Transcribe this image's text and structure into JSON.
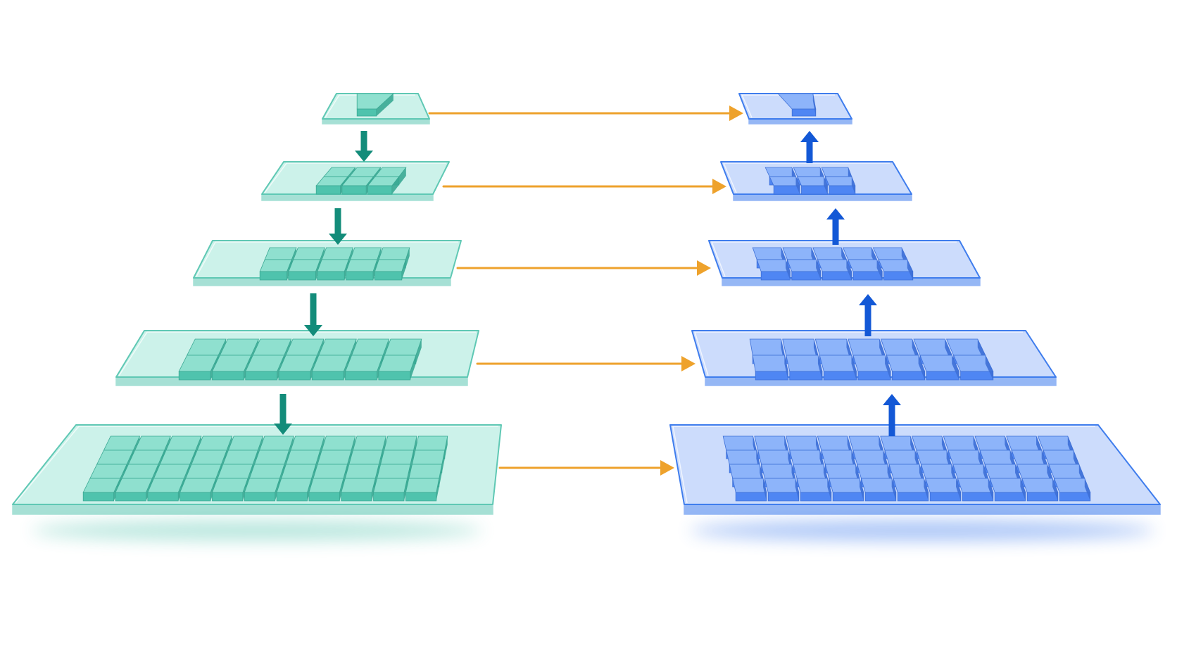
{
  "colors": {
    "background": "#ffffff",
    "encoder_plate_fill": "#c3f0e6",
    "encoder_plate_edge": "#5fc8b4",
    "encoder_cell_top": "#8fe0cf",
    "encoder_cell_front": "#4fc3ad",
    "encoder_cell_side": "#3aa893",
    "encoder_arrow": "#138c7a",
    "decoder_plate_fill": "#c3d6fb",
    "decoder_plate_edge": "#3f7ded",
    "decoder_cell_top": "#8db4fa",
    "decoder_cell_front": "#4f86f3",
    "decoder_cell_side": "#3d6fd6",
    "decoder_arrow": "#1358d6",
    "lateral_arrow": "#eea22c"
  },
  "icons": {
    "down_arrow": "arrow-down-icon",
    "up_arrow": "arrow-up-icon",
    "lateral_arrow": "arrow-right-icon"
  },
  "pyramids": {
    "encoder": {
      "levels": [
        {
          "cols": 1,
          "rows": 1
        },
        {
          "cols": 3,
          "rows": 2
        },
        {
          "cols": 5,
          "rows": 2
        },
        {
          "cols": 7,
          "rows": 2
        },
        {
          "cols": 11,
          "rows": 4
        }
      ]
    },
    "decoder": {
      "levels": [
        {
          "cols": 1,
          "rows": 1
        },
        {
          "cols": 3,
          "rows": 2
        },
        {
          "cols": 5,
          "rows": 2
        },
        {
          "cols": 7,
          "rows": 2
        },
        {
          "cols": 11,
          "rows": 4
        }
      ]
    }
  },
  "connections": {
    "encoder_flow": "down",
    "decoder_flow": "up",
    "lateral_links": 5
  }
}
